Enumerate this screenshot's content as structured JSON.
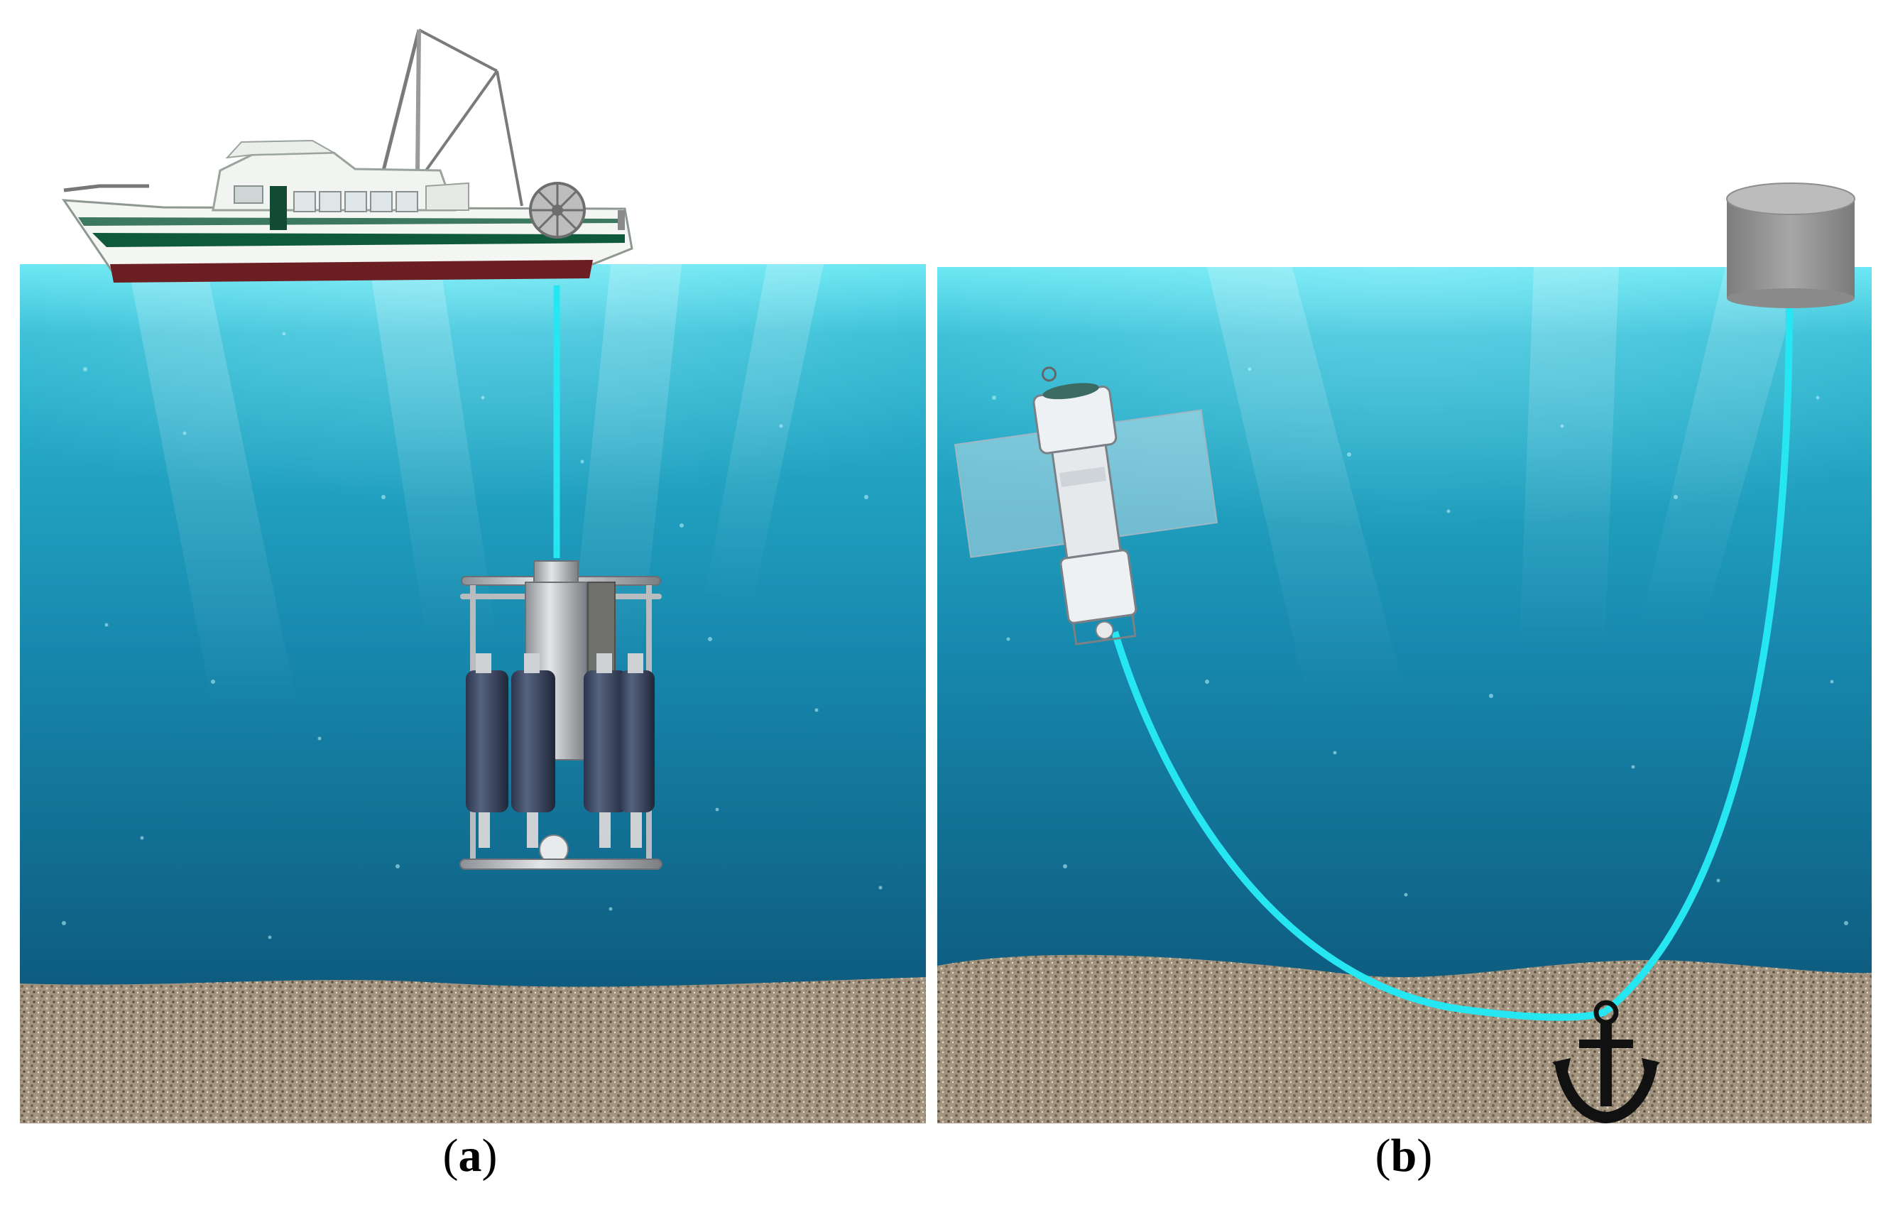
{
  "panels": [
    {
      "id": "a",
      "letter": "a",
      "description_items": [
        "survey-vessel",
        "cable",
        "sampler-rosette",
        "seabed"
      ]
    },
    {
      "id": "b",
      "letter": "b",
      "description_items": [
        "surface-buoy",
        "mooring-line",
        "profiler-float",
        "anchor",
        "seabed"
      ]
    }
  ],
  "colors": {
    "water_top": "#4fe3f0",
    "water_mid": "#1b8fb3",
    "water_bottom": "#0b4f72",
    "cable": "#26e6f2",
    "sand": "#a89a86",
    "hull_stripe": "#0f5a3a",
    "hull_bottom": "#6b1f23",
    "buoy": "#8f8f8f",
    "anchor": "#111111",
    "cylinder": "#3a4763"
  },
  "icons": [
    "ship-icon",
    "buoy-icon",
    "anchor-icon",
    "sampler-icon",
    "profiler-icon"
  ]
}
